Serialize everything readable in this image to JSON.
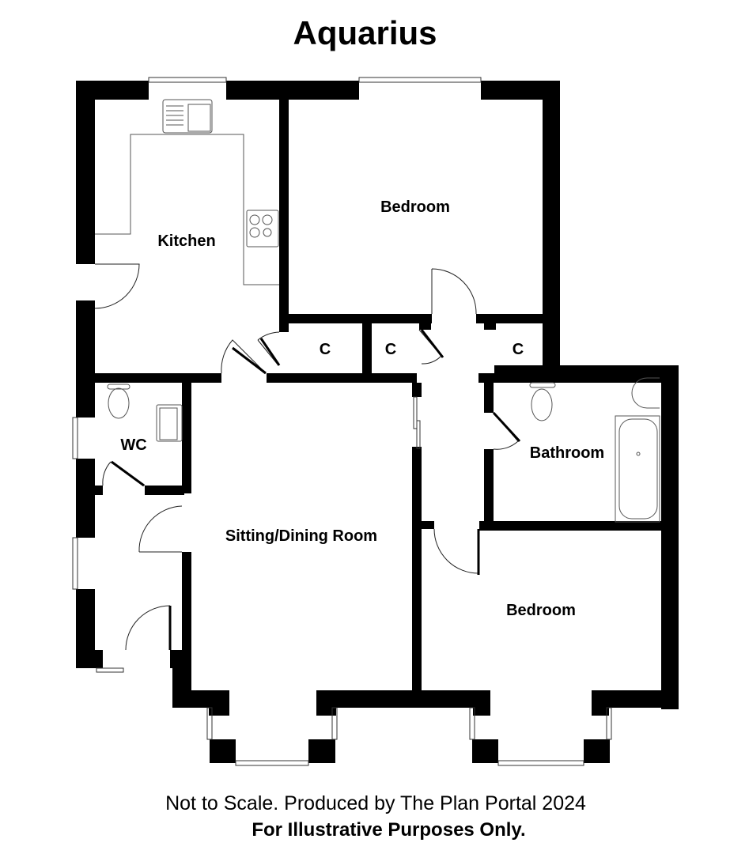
{
  "title": "Aquarius",
  "rooms": {
    "kitchen": "Kitchen",
    "bedroom_1": "Bedroom",
    "cupboard_1": "C",
    "cupboard_2": "C",
    "cupboard_3": "C",
    "wc": "WC",
    "bathroom": "Bathroom",
    "sitting_dining": "Sitting/Dining Room",
    "bedroom_2": "Bedroom"
  },
  "footer": {
    "line1": "Not to Scale. Produced by The Plan Portal 2024",
    "line2": "For Illustrative Purposes Only."
  },
  "colors": {
    "wall": "#000000",
    "background": "#ffffff",
    "fixture_line": "#555555"
  }
}
